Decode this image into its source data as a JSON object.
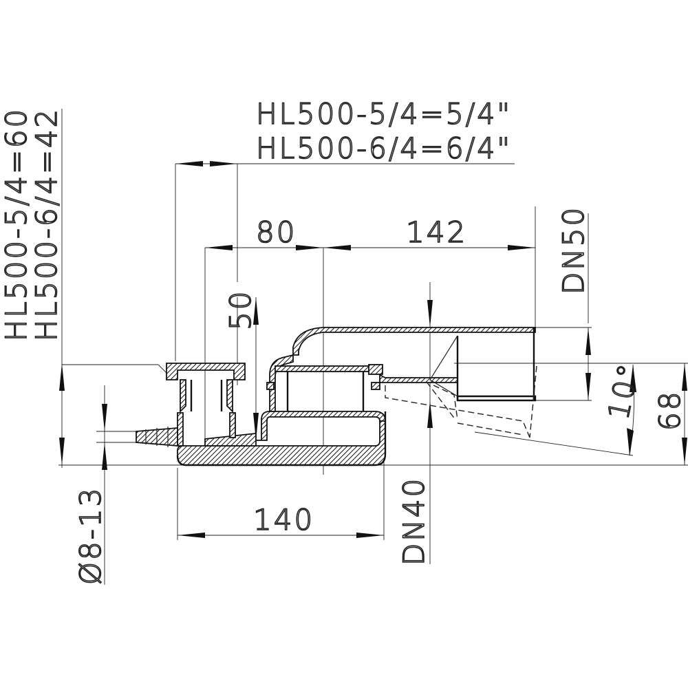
{
  "labels": {
    "top_line_1": "HL500-5/4=5/4\"",
    "top_line_2": "HL500-6/4=6/4\"",
    "left_line_1": "HL500-5/4=60",
    "left_line_2": "HL500-6/4=42",
    "dim_80": "80",
    "dim_142": "142",
    "dim_50": "50",
    "dim_dn50": "DN50",
    "dim_10deg": "10°",
    "dim_68": "68",
    "dim_140": "140",
    "dim_dn40": "DN40",
    "dim_d8_13": "Ø8-13"
  },
  "colors": {
    "ink": "#222222",
    "background": "#ffffff"
  }
}
